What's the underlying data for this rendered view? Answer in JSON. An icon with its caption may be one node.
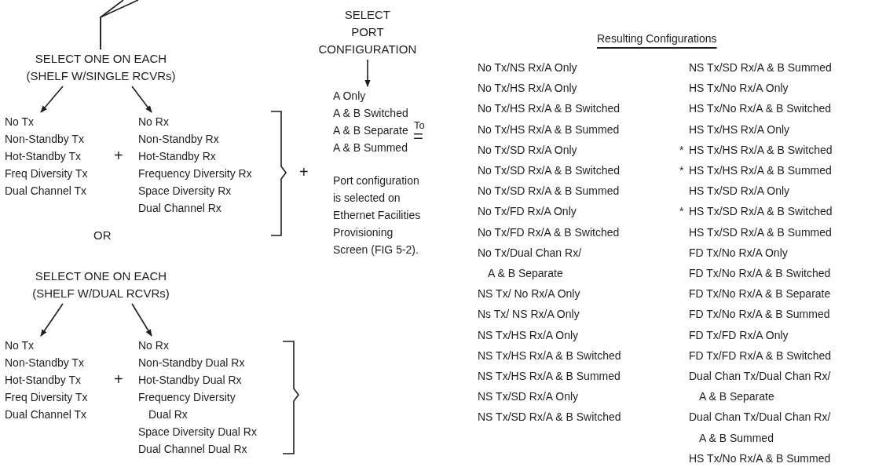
{
  "diagram": {
    "nodes": [
      {
        "text": [
          "SELECT ONE ON EACH (SHELF W/SINGLE RCVRs)"
        ]
      },
      {
        "text": [
          "No Tx",
          "Non-Standby Tx",
          "Hot-Standby Tx",
          "Freq Diversity Tx",
          "Dual Channel Tx"
        ]
      },
      {
        "text": [
          "No Rx",
          "Non-Standby Rx",
          "Hot-Standby Rx",
          "Frequency Diversity Rx",
          "Space Diversity Rx",
          "Dual Channel Rx"
        ]
      },
      {
        "text": [
          "SELECT ONE ON EACH (SHELF W/DUAL RCVRs)"
        ]
      },
      {
        "text": [
          "No Tx",
          "Non-Standby Tx",
          "Hot-Standby Tx",
          "Freq Diversity Tx",
          "Dual Channel Tx"
        ]
      },
      {
        "text": [
          "No Rx",
          "Non-Standby Dual Rx",
          "Hot-Standby Dual Rx",
          "Frequency Diversity Dual Rx",
          "Space Diversity Dual Rx",
          "Dual Channel Dual Rx"
        ]
      },
      {
        "text": [
          "SELECT PORT CONFIGURATION"
        ]
      },
      {
        "text": [
          "A Only",
          "A & B Switched",
          "A & B Separate",
          "A & B Summed"
        ]
      }
    ],
    "edges": [
      {
        "from": null,
        "to": 0,
        "arrow": "none"
      },
      {
        "from": null,
        "to": 0,
        "arrow": "none"
      },
      {
        "from": 0,
        "to": 1,
        "arrow": "to"
      },
      {
        "from": 0,
        "to": 2,
        "arrow": "to"
      },
      {
        "from": 3,
        "to": 4,
        "arrow": "to"
      },
      {
        "from": 3,
        "to": 5,
        "arrow": "to"
      },
      {
        "from": 6,
        "to": 7,
        "arrow": "to"
      }
    ],
    "labels": [
      "+",
      "+",
      "Port configuration is selected on Ethernet Facilities Provisioning Screen (FIG 5-2).",
      "To",
      "=",
      "Resulting Configurations",
      "No Tx/NS Rx/A Only",
      "No Tx/HS Rx/A Only",
      "No Tx/HS Rx/A & B Switched",
      "No Tx/HS Rx/A & B Summed",
      "No Tx/SD Rx/A Only",
      "No Tx/SD Rx/A & B Switched",
      "No Tx/SD Rx/A & B Summed",
      "No Tx/FD Rx/A Only",
      "No Tx/FD Rx/A & B Switched",
      "No Tx/Dual Chan Rx/ A & B Separate",
      "NS Tx/ No Rx/A Only",
      "Ns Tx/ NS Rx/A Only",
      "NS Tx/HS Rx/A Only",
      "NS Tx/HS Rx/A & B Switched",
      "NS Tx/HS Rx/A & B Summed",
      "NS Tx/SD Rx/A Only",
      "NS Tx/SD Rx/A & B Switched",
      "NS Tx/SD Rx/A & B Summed",
      "HS Tx/No Rx/A Only",
      "HS Tx/No Rx/A & B Switched",
      "HS Tx/HS Rx/A Only",
      "*",
      "HS Tx/HS Rx/A & B Switched",
      "*",
      "HS Tx/HS Rx/A & B Summed",
      "HS Tx/SD Rx/A Only",
      "*",
      "HS Tx/SD Rx/A & B Switched",
      "HS Tx/SD Rx/A & B Summed",
      "FD Tx/No Rx/A Only",
      "FD Tx/No Rx/A & B Switched",
      "FD Tx/No Rx/A & B Separate",
      "FD Tx/No Rx/A & B Summed",
      "FD Tx/FD Rx/A Only",
      "FD Tx/FD Rx/A & B Switched",
      "Dual Chan Tx/Dual Chan Rx/ A & B Separate",
      "Dual Chan Tx/Dual Chan Rx/ A & B Summed",
      "HS Tx/No Rx/A & B Summed",
      "OR",
      "+"
    ]
  }
}
